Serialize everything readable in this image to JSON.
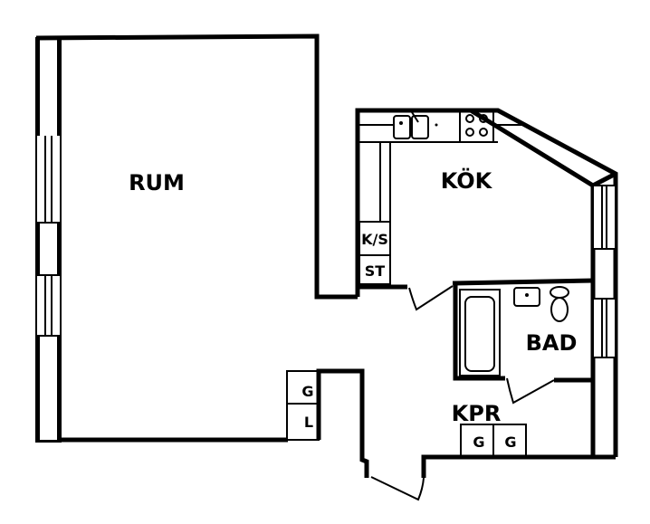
{
  "rooms": {
    "living": "RUM",
    "kitchen": "KÖK",
    "bathroom": "BAD",
    "closet": "KPR"
  },
  "fixtures": {
    "fridge_freezer": "K/S",
    "stove_cabinet": "ST",
    "wardrobe_g1": "G",
    "wardrobe_l": "L",
    "closet_g1": "G",
    "closet_g2": "G"
  }
}
